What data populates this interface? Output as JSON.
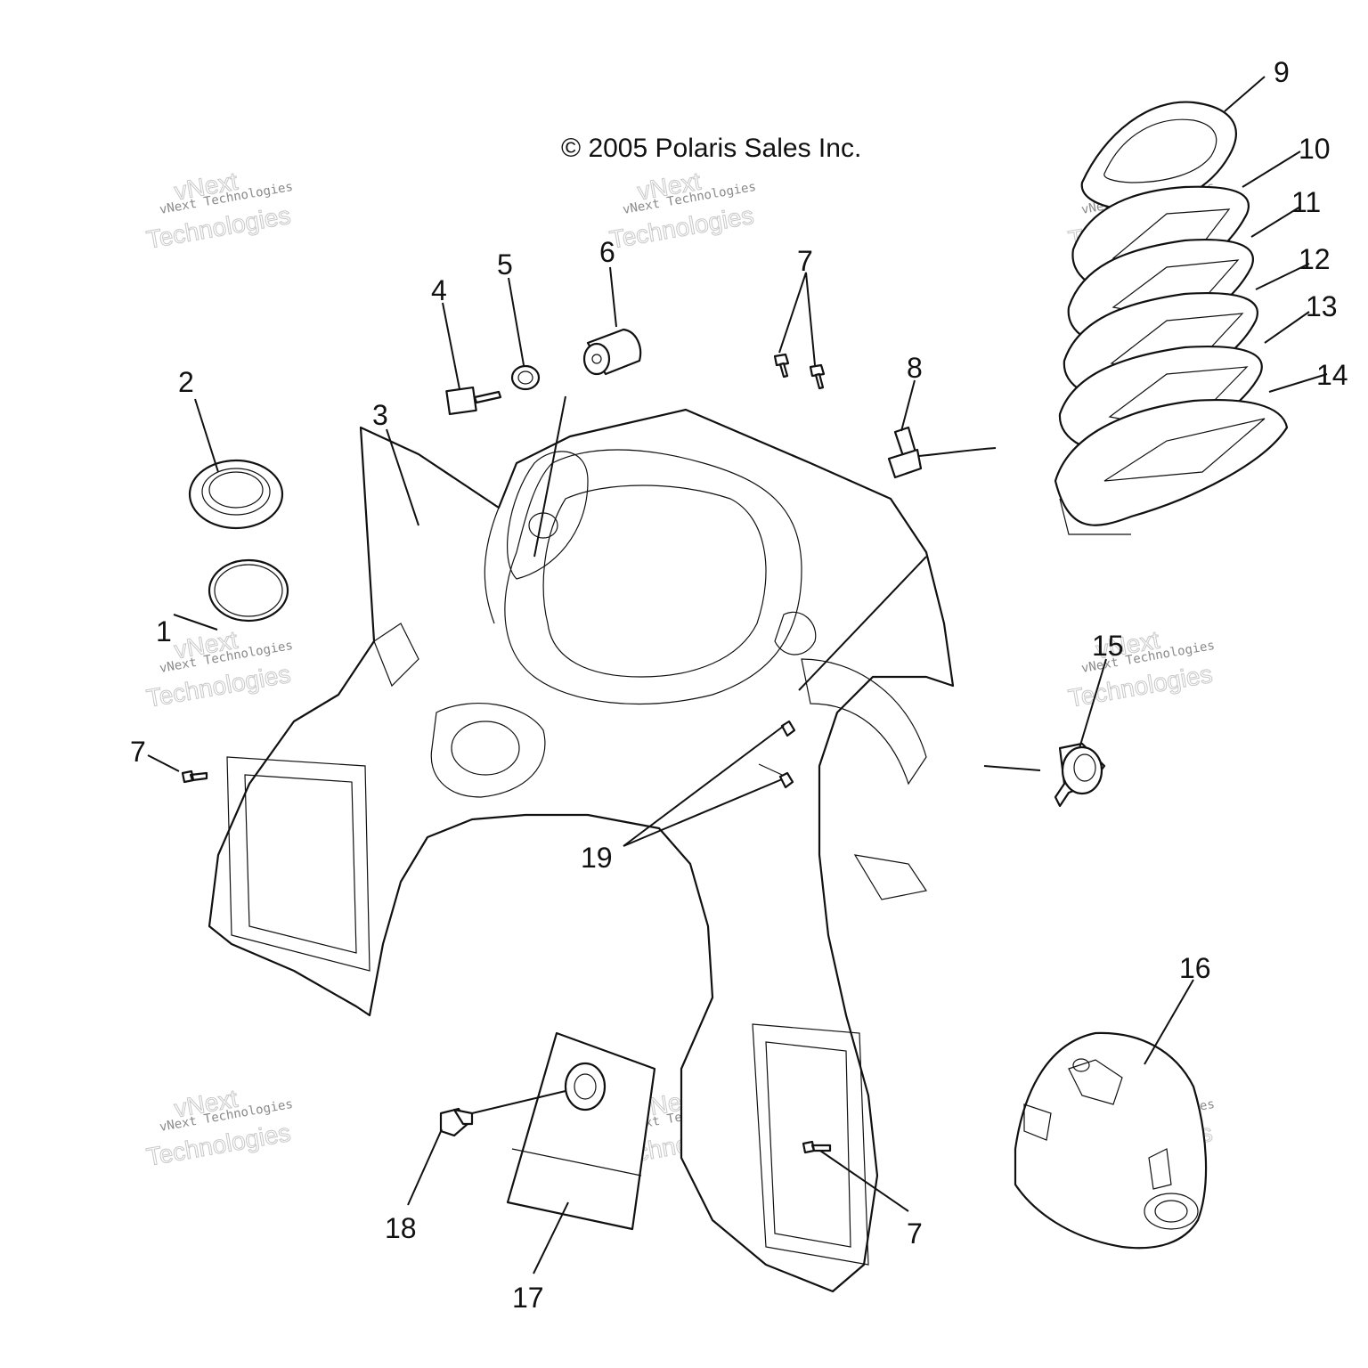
{
  "copyright": "© 2005 Polaris Sales Inc.",
  "watermark": {
    "line1": "vNext Technologies",
    "line2": "vNext",
    "line3": "Technologies"
  },
  "callouts": {
    "c1": "1",
    "c2": "2",
    "c3": "3",
    "c4": "4",
    "c5": "5",
    "c6": "6",
    "c7a": "7",
    "c7b": "7",
    "c7c": "7",
    "c8": "8",
    "c9": "9",
    "c10": "10",
    "c11": "11",
    "c12": "12",
    "c13": "13",
    "c14": "14",
    "c15": "15",
    "c16": "16",
    "c17": "17",
    "c18": "18",
    "c19": "19"
  }
}
